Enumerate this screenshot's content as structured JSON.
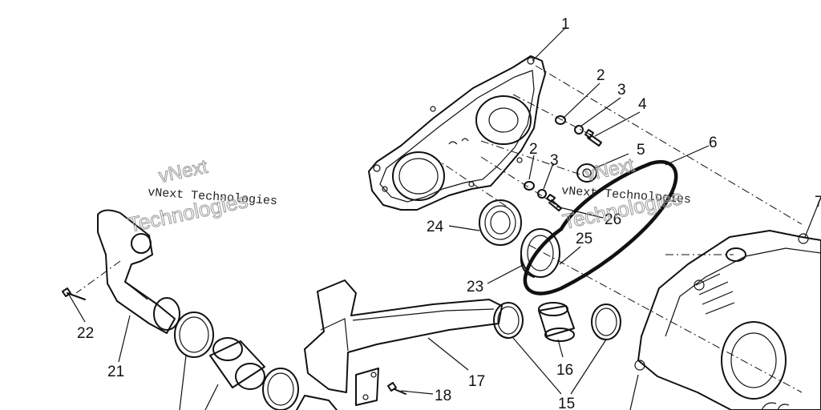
{
  "watermarks": [
    {
      "line1": "vNext",
      "line2": "vNext Technologies",
      "line3": "Technologies"
    },
    {
      "line1": "vNext",
      "line2": "vNext Technologies",
      "line3": "Technologies"
    }
  ],
  "callouts": [
    "1",
    "2",
    "3",
    "4",
    "5",
    "6",
    "7",
    "2",
    "3",
    "24",
    "26",
    "25",
    "23",
    "22",
    "21",
    "17",
    "16",
    "18",
    "15"
  ]
}
